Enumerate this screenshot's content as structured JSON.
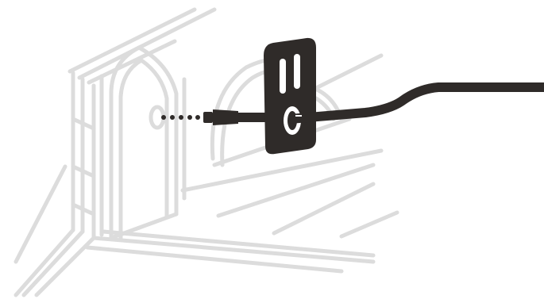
{
  "illustration": {
    "colors": {
      "background": "#ffffff",
      "outline": "#dcdcdc",
      "plate": "#2f2b29",
      "slot": "#ffffff",
      "cable": "#2f2b29",
      "dots": "#2f2b29"
    },
    "parts": [
      "door-frame-outline",
      "wall-hole",
      "connector-dots",
      "cable-plug",
      "wall-plate",
      "cable"
    ]
  }
}
